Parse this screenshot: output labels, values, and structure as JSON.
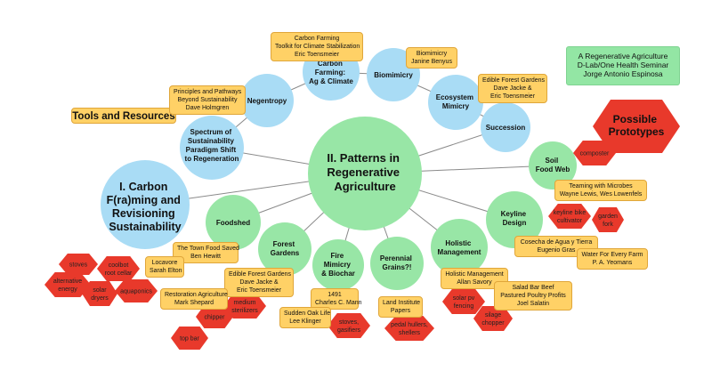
{
  "header_box": {
    "lines": [
      "A Regenerative Agriculture",
      "D-Lab/One Health Seminar",
      "Jorge Antonio Espinosa"
    ]
  },
  "tools_label": "Tools and Resources",
  "center": {
    "lines": [
      "II. Patterns in",
      "Regenerative",
      "Agriculture"
    ]
  },
  "big_left": {
    "lines": [
      "I. Carbon",
      "F(ra)ming and",
      "Revisioning",
      "Sustainability"
    ]
  },
  "possible": {
    "lines": [
      "Possible",
      "Prototypes"
    ]
  },
  "circles": {
    "spectrum": [
      "Spectrum of",
      "Sustainability",
      "Paradigm Shift",
      "to Regeneration"
    ],
    "negentropy": [
      "Negentropy"
    ],
    "carbon_farming": [
      "Carbon",
      "Farming:",
      "Ag & Climate"
    ],
    "biomimicry": [
      "Biomimicry"
    ],
    "ecosystem": [
      "Ecosystem",
      "Mimicry"
    ],
    "succession": [
      "Succession"
    ],
    "soil_food_web": [
      "Soil",
      "Food Web"
    ],
    "keyline": [
      "Keyline",
      "Design"
    ],
    "holistic": [
      "Holistic",
      "Management"
    ],
    "perennial": [
      "Perennial",
      "Grains?!"
    ],
    "fire": [
      "Fire",
      "Mimicry",
      "& Biochar"
    ],
    "forest_gardens": [
      "Forest",
      "Gardens"
    ],
    "foodshed": [
      "Foodshed"
    ]
  },
  "boxes": {
    "carbon_toolkit": [
      "Carbon Farming",
      "Toolkit for Climate Stabilization",
      "Eric Toensmeier"
    ],
    "biomimicry_ref": [
      "Biomimicry",
      "Janine Benyus"
    ],
    "edible_forest_1": [
      "Edible Forest Gardens",
      "Dave Jacke &",
      "Eric Toensmeier"
    ],
    "principles": [
      "Principles and Pathways",
      "Beyond Sustainability",
      "Dave Holmgren"
    ],
    "teaming": [
      "Teaming with Microbes",
      "Wayne Lewis, Wes Lowenfels"
    ],
    "cosecha": [
      "Cosecha de Agua y Tierra",
      "Eugenio Gras"
    ],
    "water_farm": [
      "Water For Every Farm",
      "P. A. Yeomans"
    ],
    "town_food": [
      "The Town Food Saved",
      "Ben Hewitt"
    ],
    "locavore": [
      "Locavore",
      "Sarah Elton"
    ],
    "edible_forest_2": [
      "Edible Forest Gardens",
      "Dave Jacke &",
      "Eric Toensmeier"
    ],
    "restoration": [
      "Restoration Agriculture",
      "Mark Shepard"
    ],
    "mann": [
      "1491",
      "Charles C. Mann"
    ],
    "sudden_oak": [
      "Sudden Oak Life",
      "Lee Klinger"
    ],
    "land_institute": [
      "Land Institute",
      "Papers"
    ],
    "holistic_ref": [
      "Holistic Management",
      "Allan Savory"
    ],
    "salatin": [
      "Salad Bar Beef",
      "Pastured Poultry Profits",
      "Joel Salatin"
    ]
  },
  "hexes": {
    "composter": [
      "composter"
    ],
    "keyline_bike": [
      "keyline bike",
      "cultivator"
    ],
    "garden_fork": [
      "garden",
      "fork"
    ],
    "stoves": [
      "stoves"
    ],
    "coolbot": [
      "coolbot",
      "root cellar"
    ],
    "alt_energy": [
      "alternative",
      "energy"
    ],
    "solar_dryers": [
      "solar",
      "dryers"
    ],
    "aquaponics": [
      "aquaponics"
    ],
    "chipper": [
      "chipper"
    ],
    "medium_sterilizers": [
      "medium",
      "sterilizers"
    ],
    "top_bar": [
      "top bar"
    ],
    "stoves_gasifiers": [
      "stoves,",
      "gasifiers"
    ],
    "pedal_hullers": [
      "pedal hullers,",
      "shellers"
    ],
    "solar_fencing": [
      "solar pv",
      "fencing"
    ],
    "silage_chopper": [
      "silage",
      "chopper"
    ]
  },
  "colors": {
    "circle_blue": "#a9dcf5",
    "circle_green": "#98e6a6",
    "box_yellow": "#ffd166",
    "hex_red": "#e8392b",
    "line_gray": "#8a8a8a"
  }
}
